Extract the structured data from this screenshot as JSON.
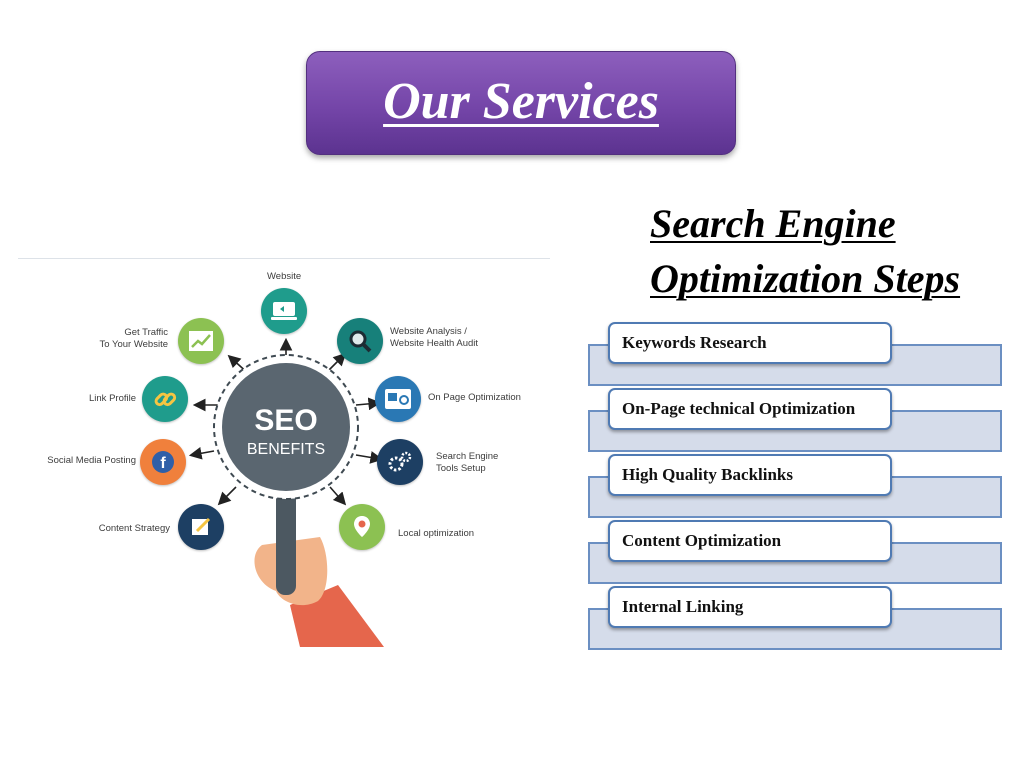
{
  "title": "Our Services",
  "subtitle": {
    "line1": "Search Engine",
    "line2": "Optimization Steps"
  },
  "diagram": {
    "center_title": "SEO",
    "center_subtitle": "BENEFITS",
    "labels": {
      "website": "Website",
      "traffic": "Get Traffic\nTo Your Website",
      "analysis": "Website Analysis /\nWebsite Health Audit",
      "link_profile": "Link Profile",
      "on_page": "On Page Optimization",
      "social": "Social Media Posting",
      "tools": "Search Engine\nTools Setup",
      "content": "Content Strategy",
      "local": "Local optimization"
    },
    "colors": {
      "teal": "#1f9c8c",
      "green": "#8cc152",
      "orange": "#f0803c",
      "navy": "#1d3f63",
      "blue": "#2a78b4",
      "dark_teal": "#17807a",
      "magnifier": "#5a6670"
    }
  },
  "steps": [
    {
      "label": "Keywords Research"
    },
    {
      "label": "On-Page technical Optimization"
    },
    {
      "label": "High Quality Backlinks"
    },
    {
      "label": "Content Optimization"
    },
    {
      "label": "Internal Linking"
    }
  ]
}
